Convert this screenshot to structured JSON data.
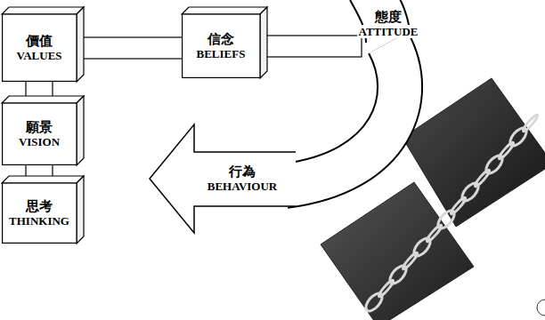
{
  "diagram": {
    "nodes": [
      {
        "text": [
          "價值",
          "VALUES"
        ]
      },
      {
        "text": [
          "信念",
          "BELIEFS"
        ]
      },
      {
        "text": [
          "態度",
          "ATTITUDE"
        ]
      },
      {
        "text": [
          "願景",
          "VISION"
        ]
      },
      {
        "text": [
          "行為",
          "BEHAVIOUR"
        ]
      },
      {
        "text": [
          "思考",
          "THINKING"
        ]
      }
    ],
    "edges": [
      {
        "from": 0,
        "to": 1,
        "arrow": "none"
      },
      {
        "from": 1,
        "to": 2,
        "arrow": "none"
      },
      {
        "from": 2,
        "to": 4,
        "arrow": "to"
      },
      {
        "from": 0,
        "to": 3,
        "arrow": "none"
      },
      {
        "from": 3,
        "to": 5,
        "arrow": "none"
      }
    ]
  }
}
